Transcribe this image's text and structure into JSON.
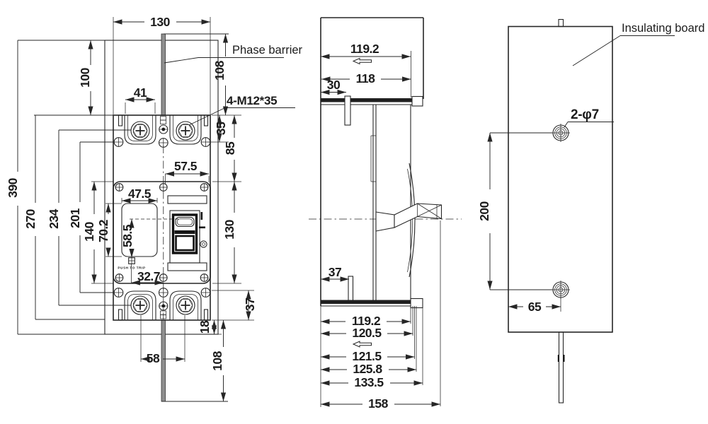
{
  "front": {
    "labels": {
      "phase_barrier": "Phase barrier",
      "bolt_spec": "4-M12*35",
      "push_to_trip": "PUSH TO TRIP"
    },
    "dims": {
      "overall_width": "130",
      "board_above": "100",
      "barrier_above": "108",
      "lug_width": "41",
      "terminal_screw_offset": "35",
      "cover_offset": "85",
      "handle_width": "57.5",
      "nameplate_width": "47.5",
      "cover_height": "140",
      "nameplate_height": "70.2",
      "trip_offset_y": "58.5",
      "overall_height": "390",
      "base_height": "270",
      "screw_span": "234",
      "mount_hole_span": "201",
      "cover_window_height": "130",
      "trip_offset_x": "32.7",
      "terminal_height": "37",
      "board_below": "18",
      "terminal_pitch": "58",
      "barrier_below": "108"
    }
  },
  "side": {
    "dims": {
      "depth_handle_face": "119.2",
      "depth_cover": "118",
      "terminal_hole_offset": "30",
      "trip_hole_offset": "37",
      "depth_a": "119.2",
      "depth_b": "120.5",
      "depth_c": "121.5",
      "depth_d": "125.8",
      "depth_e": "133.5",
      "overall_depth": "158"
    }
  },
  "board": {
    "label": "Insulating board",
    "hole_spec": "2-φ7",
    "dims": {
      "hole_span": "200",
      "hole_offset_x": "65"
    }
  }
}
